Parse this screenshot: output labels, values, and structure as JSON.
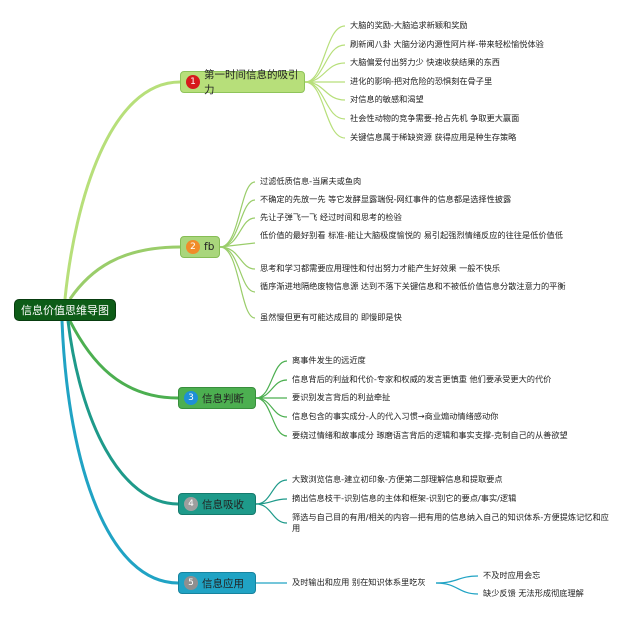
{
  "root": {
    "label": "信息价值思维导图"
  },
  "branches": [
    {
      "num": "1",
      "label": "第一时间信息的吸引力",
      "color": "#a6d96a",
      "badge": "#d7191c",
      "items": [
        "大脑的奖励-大脑追求新颖和奖励",
        "刷新闻八卦 大脑分泌内源性阿片样-带来轻松愉悦体验",
        "大脑偏爱付出努力少 快速收获结果的东西",
        "进化的影响-把对危险的恐惧刻在骨子里",
        "对信息的敏感和渴望",
        "社会性动物的竞争需要-抢占先机 争取更大赢面",
        "关键信息属于稀缺资源 获得应用是种生存策略"
      ]
    },
    {
      "num": "2",
      "label": "fb",
      "color": "#9acd6a",
      "badge": "#f08c2a",
      "items": [
        "过滤低质信息-当屠夫或鱼肉",
        "不确定的先放一先 等它发酵显露端倪-网红事件的信息都是选择性披露",
        "先让子弹飞一飞 经过时间和思考的检验",
        "低价值的最好别看 标准-能让大脑极度愉悦的 易引起强烈情绪反应的往往是低价值低",
        "思考和学习都需要应用理性和付出努力才能产生好效果 一般不快乐",
        "循序渐进地隔绝废物信息源 达到不落下关键信息和不被低价值信息分散注意力的平衡",
        "虽然慢但更有可能达成目的 即慢即是快"
      ]
    },
    {
      "num": "3",
      "label": "信息判断",
      "color": "#4caf50",
      "badge": "#1e90d6",
      "items": [
        "离事件发生的远近度",
        "信息背后的利益和代价-专家和权威的发言更慎重 他们要承受更大的代价",
        "要识别发言背后的利益牵扯",
        "信息包含的事实成分-人的代入习惯→商业煽动情绪感动你",
        "要绕过情绪和故事成分 琢磨语言背后的逻辑和事实支撑-克制自己的从善欲望"
      ]
    },
    {
      "num": "4",
      "label": "信息吸收",
      "color": "#1e9a8a",
      "badge": "#9e9e9e",
      "items": [
        "大致浏览信息-建立初印象-方便第二部理解信息和提取要点",
        "摘出信息枝干-识别信息的主体和框架-识别它的要点/事实/逻辑",
        "筛选与自己目的有用/相关的内容—把有用的信息纳入自己的知识体系-方便提炼记忆和应用"
      ]
    },
    {
      "num": "5",
      "label": "信息应用",
      "color": "#20a3c4",
      "badge": "#8f8f8f",
      "items": [
        "及时输出和应用 别在知识体系里吃灰"
      ],
      "sub_items": [
        "不及时应用会忘",
        "缺少反馈 无法形成彻底理解"
      ]
    }
  ]
}
